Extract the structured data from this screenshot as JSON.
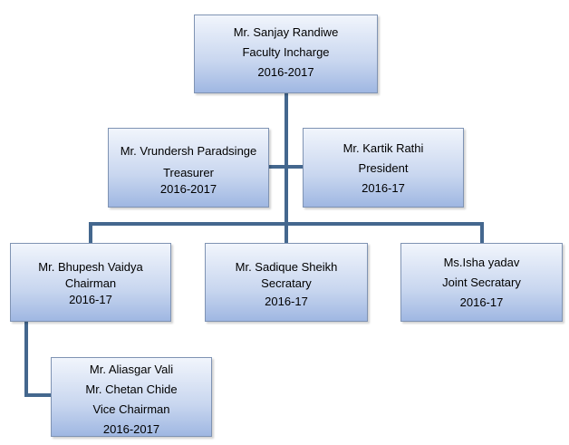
{
  "org_chart": {
    "faculty_incharge": {
      "name": "Mr. Sanjay Randiwe",
      "role": "Faculty Incharge",
      "term": "2016-2017"
    },
    "treasurer": {
      "name": "Mr. Vrundersh Paradsinge",
      "role": "Treasurer",
      "term": "2016-2017"
    },
    "president": {
      "name": "Mr. Kartik Rathi",
      "role": "President",
      "term": "2016-17"
    },
    "chairman": {
      "name": "Mr. Bhupesh Vaidya",
      "role": "Chairman",
      "term": "2016-17"
    },
    "secretary": {
      "name": "Mr. Sadique Sheikh",
      "role": "Secratary",
      "term": "2016-17"
    },
    "joint_secretary": {
      "name": "Ms.Isha yadav",
      "role": "Joint Secratary",
      "term": "2016-17"
    },
    "vice_chairman": {
      "names": [
        "Mr. Aliasgar Vali",
        "Mr. Chetan Chide"
      ],
      "role": "Vice Chairman",
      "term": "2016-2017"
    }
  },
  "colors": {
    "connector": "#44678e",
    "box_border": "#7f93b3",
    "box_fill_top": "#f1f5fc",
    "box_fill_bottom": "#9fb7e2"
  }
}
